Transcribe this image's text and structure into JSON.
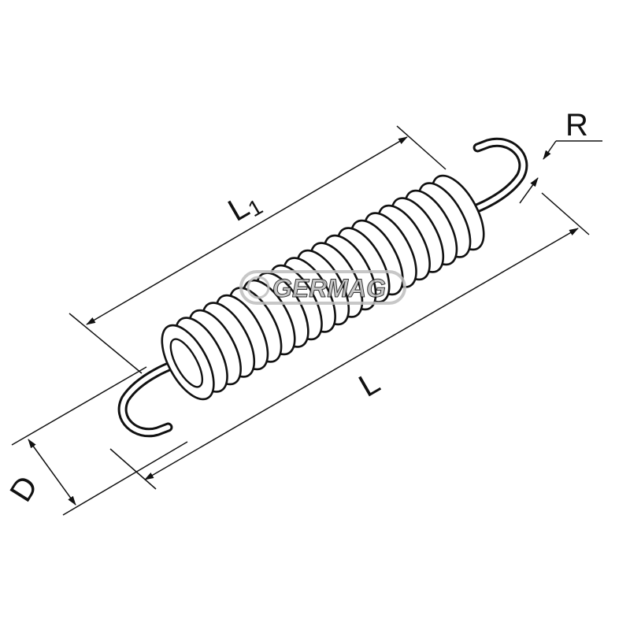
{
  "labels": {
    "overall_length": "L",
    "body_length_letter": "L",
    "body_length_sub": "1",
    "diameter": "D",
    "hook_radius": "R"
  },
  "watermark": {
    "text": "GERMAG"
  },
  "colors": {
    "line": "#111111",
    "watermark": "#b9b9b9",
    "background": "#ffffff"
  }
}
